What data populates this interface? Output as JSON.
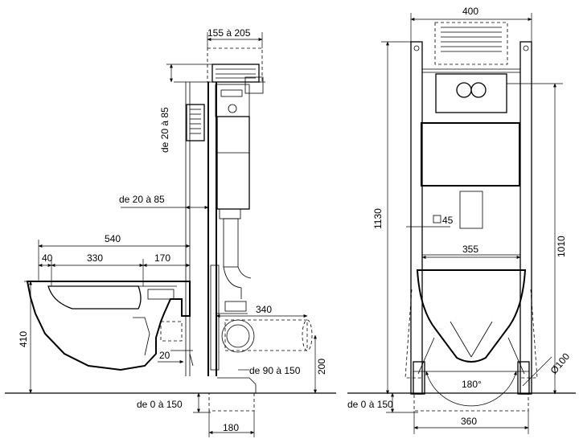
{
  "side_view": {
    "flush_plate_offset": "155 à 205",
    "wall_depth_top": "de 20 à 85",
    "wall_depth_mid": "de 20 à 85",
    "bowl_length": "540",
    "seg_a": "40",
    "seg_b": "330",
    "seg_c": "170",
    "bowl_height": "410",
    "gap": "20",
    "drain_length": "340",
    "drain_height": "200",
    "drain_offset": "de 90 à 150",
    "floor_adjust": "de 0 à 150",
    "foot_depth": "180"
  },
  "front_view": {
    "frame_width": "400",
    "frame_height": "1130",
    "flush_height": "1010",
    "square_pipe": "45",
    "bolt_spacing": "355",
    "diameter": "Ø100",
    "angle": "180°",
    "floor_adjust": "de 0 à 150",
    "foot_width": "360"
  }
}
